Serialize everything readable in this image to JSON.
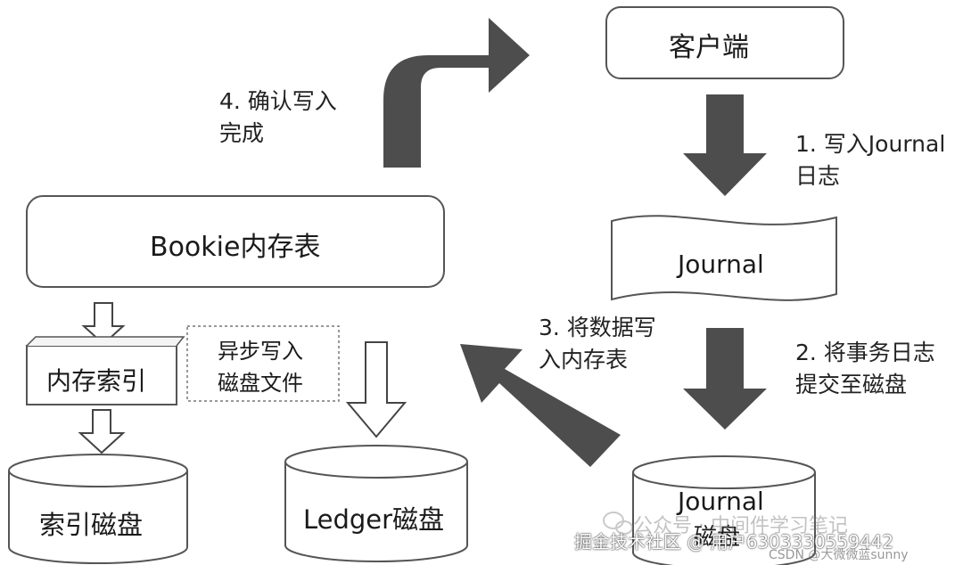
{
  "nodes": {
    "client": "客户端",
    "bookie_memtable": "Bookie内存表",
    "journal_file": "Journal",
    "memory_index": "内存索引",
    "async_write": [
      "异步写入",
      "磁盘文件"
    ],
    "index_disk": "索引磁盘",
    "ledger_disk": "Ledger磁盘",
    "journal_disk": [
      "Journal",
      "磁盘"
    ]
  },
  "steps": {
    "step1": [
      "1. 写入Journal",
      "日志"
    ],
    "step2": [
      "2. 将事务日志",
      "提交至磁盘"
    ],
    "step3": [
      "3. 将数据写",
      "入内存表"
    ],
    "step4": [
      "4. 确认写入",
      "完成"
    ]
  },
  "watermarks": {
    "wechat": "公众号 · 中间件学习笔记",
    "juejin": "掘金技术社区 @ 用户6303330559442",
    "csdn": "CSDN @大微微蓝sunny"
  },
  "colors": {
    "dark_arrow": "#4d4d4d",
    "outline": "#555555",
    "text": "#1a1a1a"
  }
}
